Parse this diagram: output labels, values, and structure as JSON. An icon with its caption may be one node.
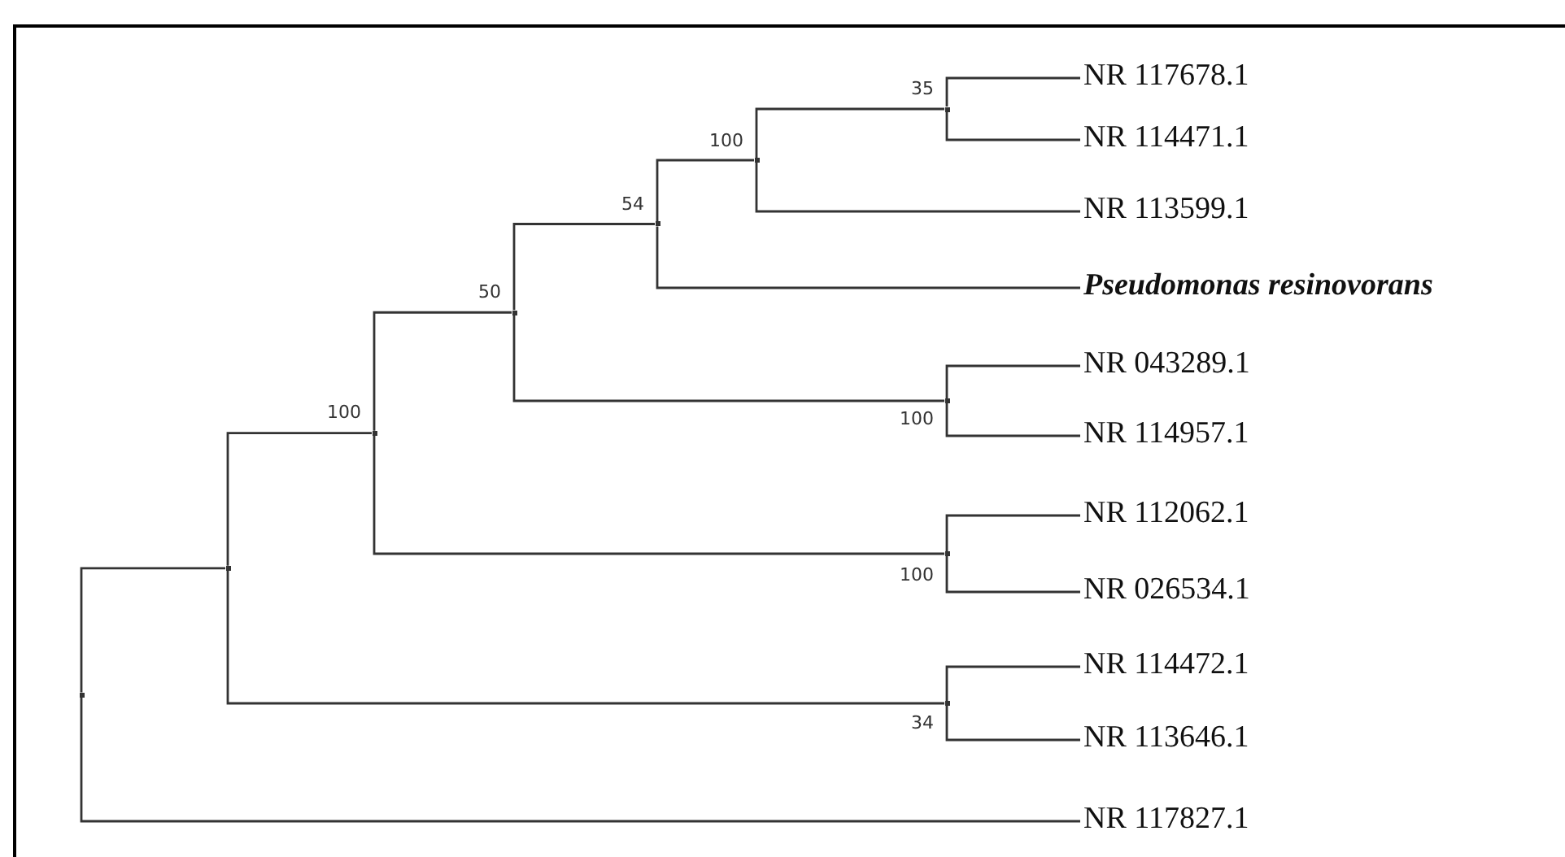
{
  "diagram": {
    "nodes": [
      {
        "text": [],
        "shape": "point"
      },
      {
        "text": [],
        "shape": "point"
      },
      {
        "text": [],
        "shape": "point",
        "beside": [
          "100"
        ]
      },
      {
        "text": [],
        "shape": "point",
        "beside": [
          "50"
        ]
      },
      {
        "text": [],
        "shape": "point",
        "beside": [
          "54"
        ]
      },
      {
        "text": [],
        "shape": "point",
        "beside": [
          "100"
        ]
      },
      {
        "text": [],
        "shape": "point",
        "beside": [
          "35"
        ]
      },
      {
        "text": [
          "NR 117678.1"
        ]
      },
      {
        "text": [
          "NR 114471.1"
        ]
      },
      {
        "text": [
          "NR 113599.1"
        ]
      },
      {
        "text": [
          "Pseudomonas resinovorans"
        ]
      },
      {
        "text": [],
        "shape": "point",
        "beside": [
          "100"
        ]
      },
      {
        "text": [
          "NR 043289.1"
        ]
      },
      {
        "text": [
          "NR 114957.1"
        ]
      },
      {
        "text": [],
        "shape": "point",
        "beside": [
          "100"
        ]
      },
      {
        "text": [
          "NR 112062.1"
        ]
      },
      {
        "text": [
          "NR 026534.1"
        ]
      },
      {
        "text": [],
        "shape": "point",
        "beside": [
          "34"
        ]
      },
      {
        "text": [
          "NR 114472.1"
        ]
      },
      {
        "text": [
          "NR 113646.1"
        ]
      },
      {
        "text": [
          "NR 117827.1"
        ]
      }
    ],
    "edges": [
      {
        "from": 0,
        "to": 1,
        "arrow": "none"
      },
      {
        "from": 0,
        "to": 20,
        "arrow": "none"
      },
      {
        "from": 1,
        "to": 2,
        "arrow": "none"
      },
      {
        "from": 1,
        "to": 17,
        "arrow": "none"
      },
      {
        "from": 2,
        "to": 3,
        "arrow": "none"
      },
      {
        "from": 2,
        "to": 14,
        "arrow": "none"
      },
      {
        "from": 3,
        "to": 4,
        "arrow": "none"
      },
      {
        "from": 3,
        "to": 11,
        "arrow": "none"
      },
      {
        "from": 4,
        "to": 5,
        "arrow": "none"
      },
      {
        "from": 4,
        "to": 10,
        "arrow": "none"
      },
      {
        "from": 5,
        "to": 6,
        "arrow": "none"
      },
      {
        "from": 5,
        "to": 9,
        "arrow": "none"
      },
      {
        "from": 6,
        "to": 7,
        "arrow": "none"
      },
      {
        "from": 6,
        "to": 8,
        "arrow": "none"
      },
      {
        "from": 11,
        "to": 12,
        "arrow": "none"
      },
      {
        "from": 11,
        "to": 13,
        "arrow": "none"
      },
      {
        "from": 14,
        "to": 15,
        "arrow": "none"
      },
      {
        "from": 14,
        "to": 16,
        "arrow": "none"
      },
      {
        "from": 17,
        "to": 18,
        "arrow": "none"
      },
      {
        "from": 17,
        "to": 19,
        "arrow": "none"
      }
    ]
  }
}
